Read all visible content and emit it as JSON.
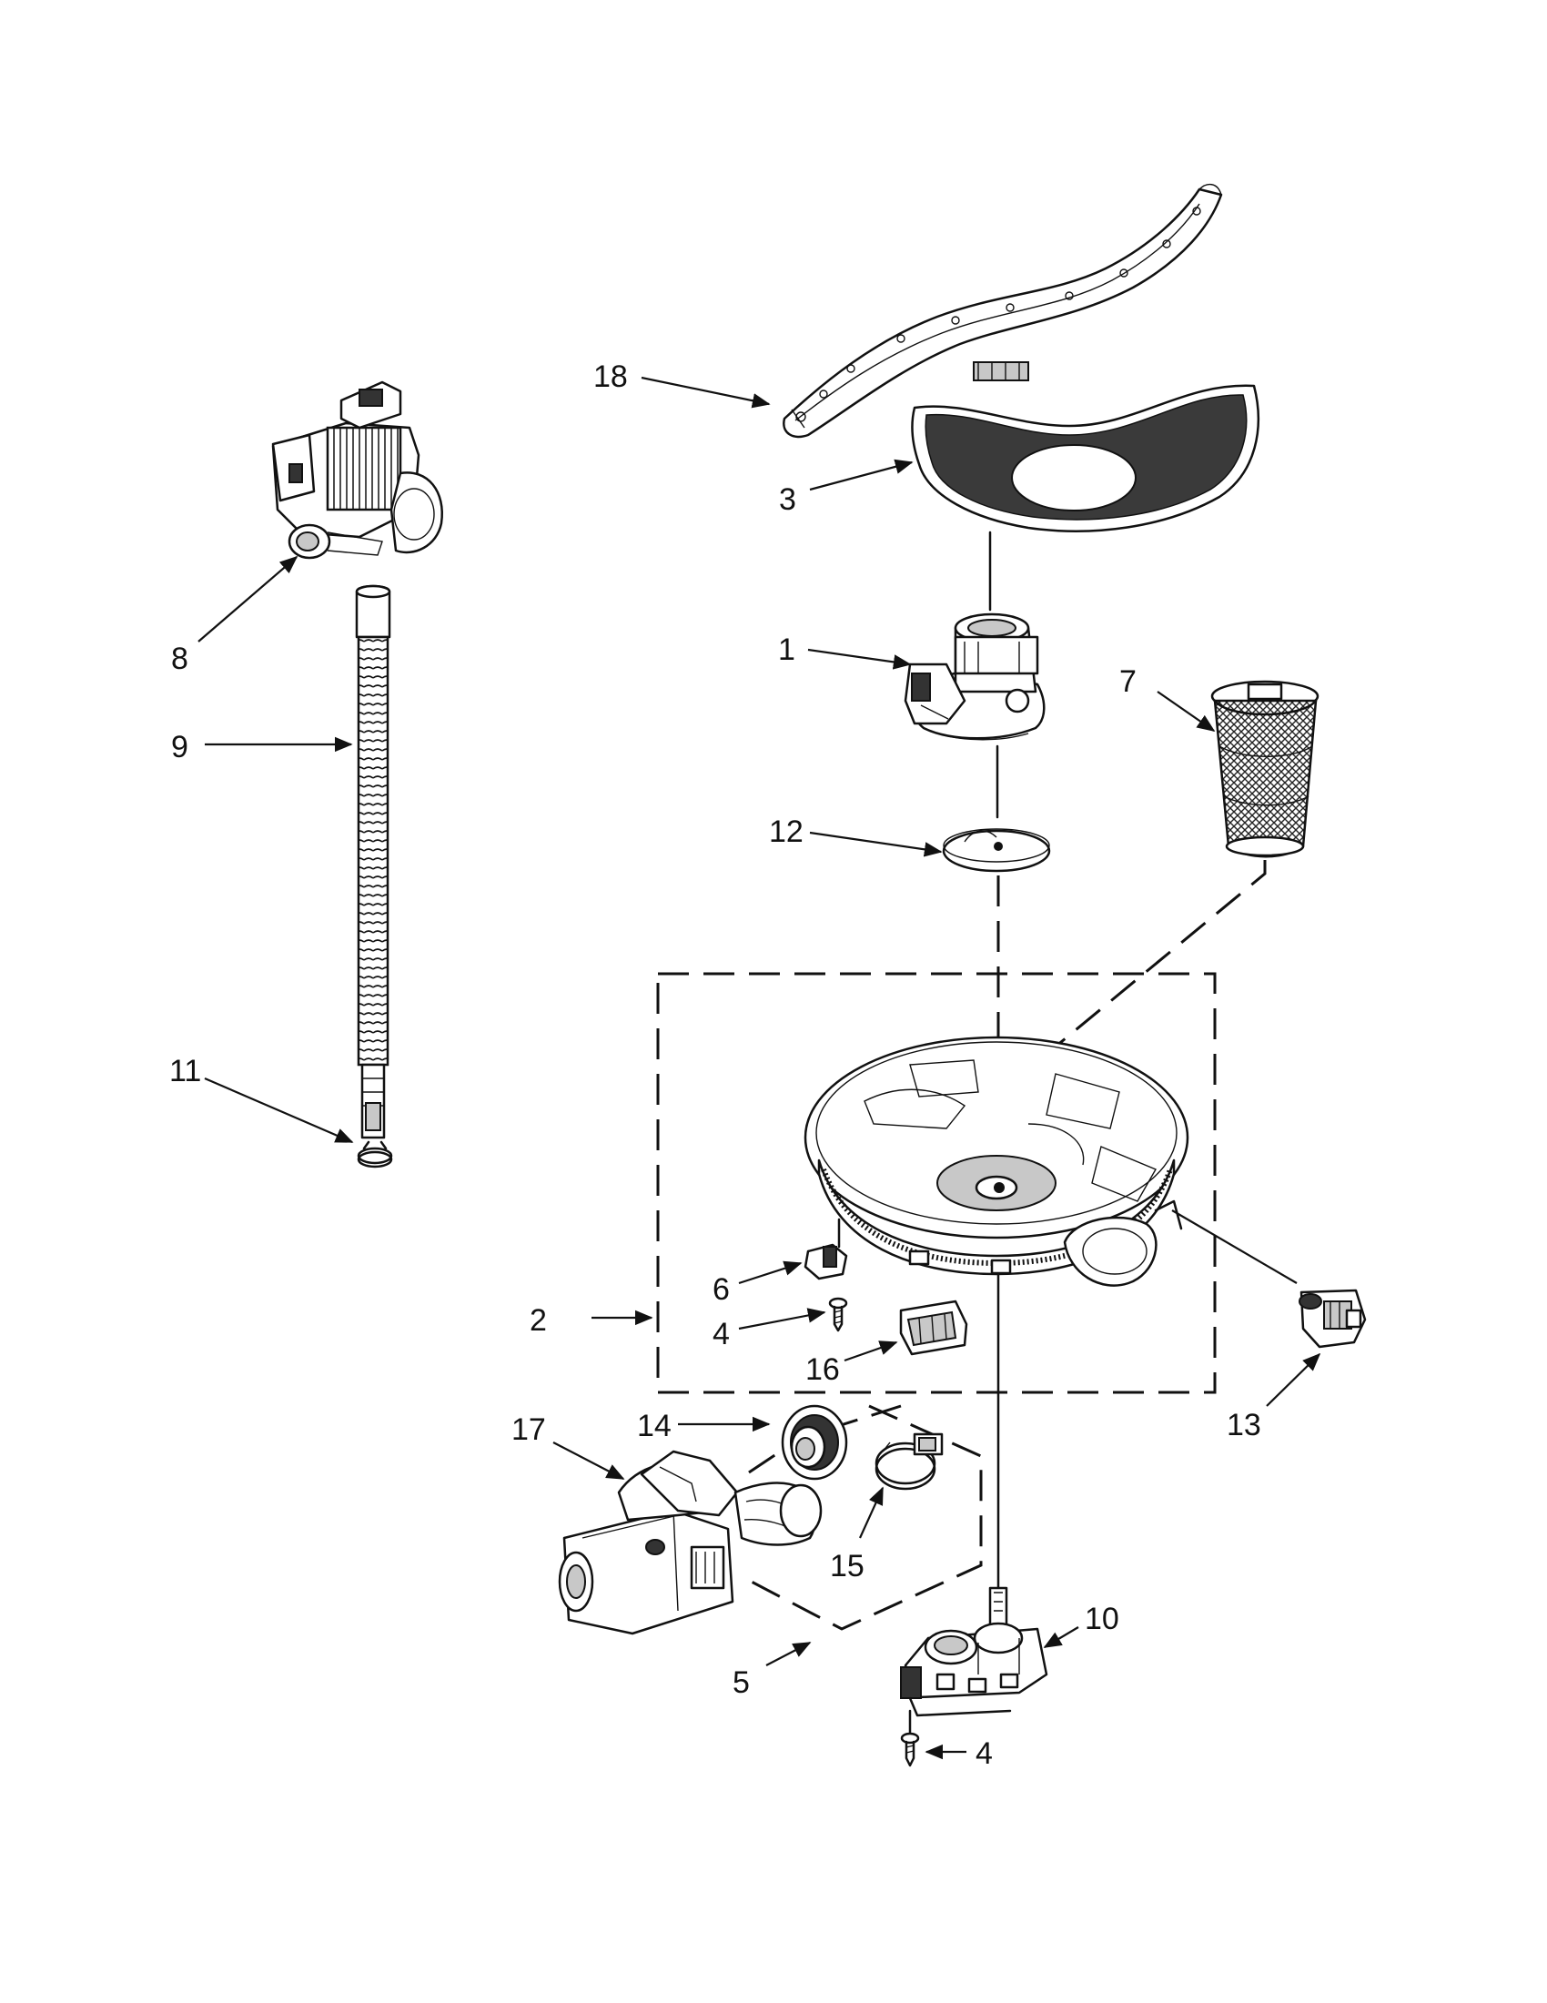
{
  "diagram": {
    "type": "exploded-parts-view",
    "callouts": [
      {
        "id": "c18",
        "label": "18"
      },
      {
        "id": "c3",
        "label": "3"
      },
      {
        "id": "c1",
        "label": "1"
      },
      {
        "id": "c7",
        "label": "7"
      },
      {
        "id": "c12",
        "label": "12"
      },
      {
        "id": "c8",
        "label": "8"
      },
      {
        "id": "c9",
        "label": "9"
      },
      {
        "id": "c11",
        "label": "11"
      },
      {
        "id": "c6",
        "label": "6"
      },
      {
        "id": "c4a",
        "label": "4"
      },
      {
        "id": "c2",
        "label": "2"
      },
      {
        "id": "c16",
        "label": "16"
      },
      {
        "id": "c13",
        "label": "13"
      },
      {
        "id": "c14",
        "label": "14"
      },
      {
        "id": "c17",
        "label": "17"
      },
      {
        "id": "c15",
        "label": "15"
      },
      {
        "id": "c5",
        "label": "5"
      },
      {
        "id": "c10",
        "label": "10"
      },
      {
        "id": "c4b",
        "label": "4"
      }
    ]
  }
}
